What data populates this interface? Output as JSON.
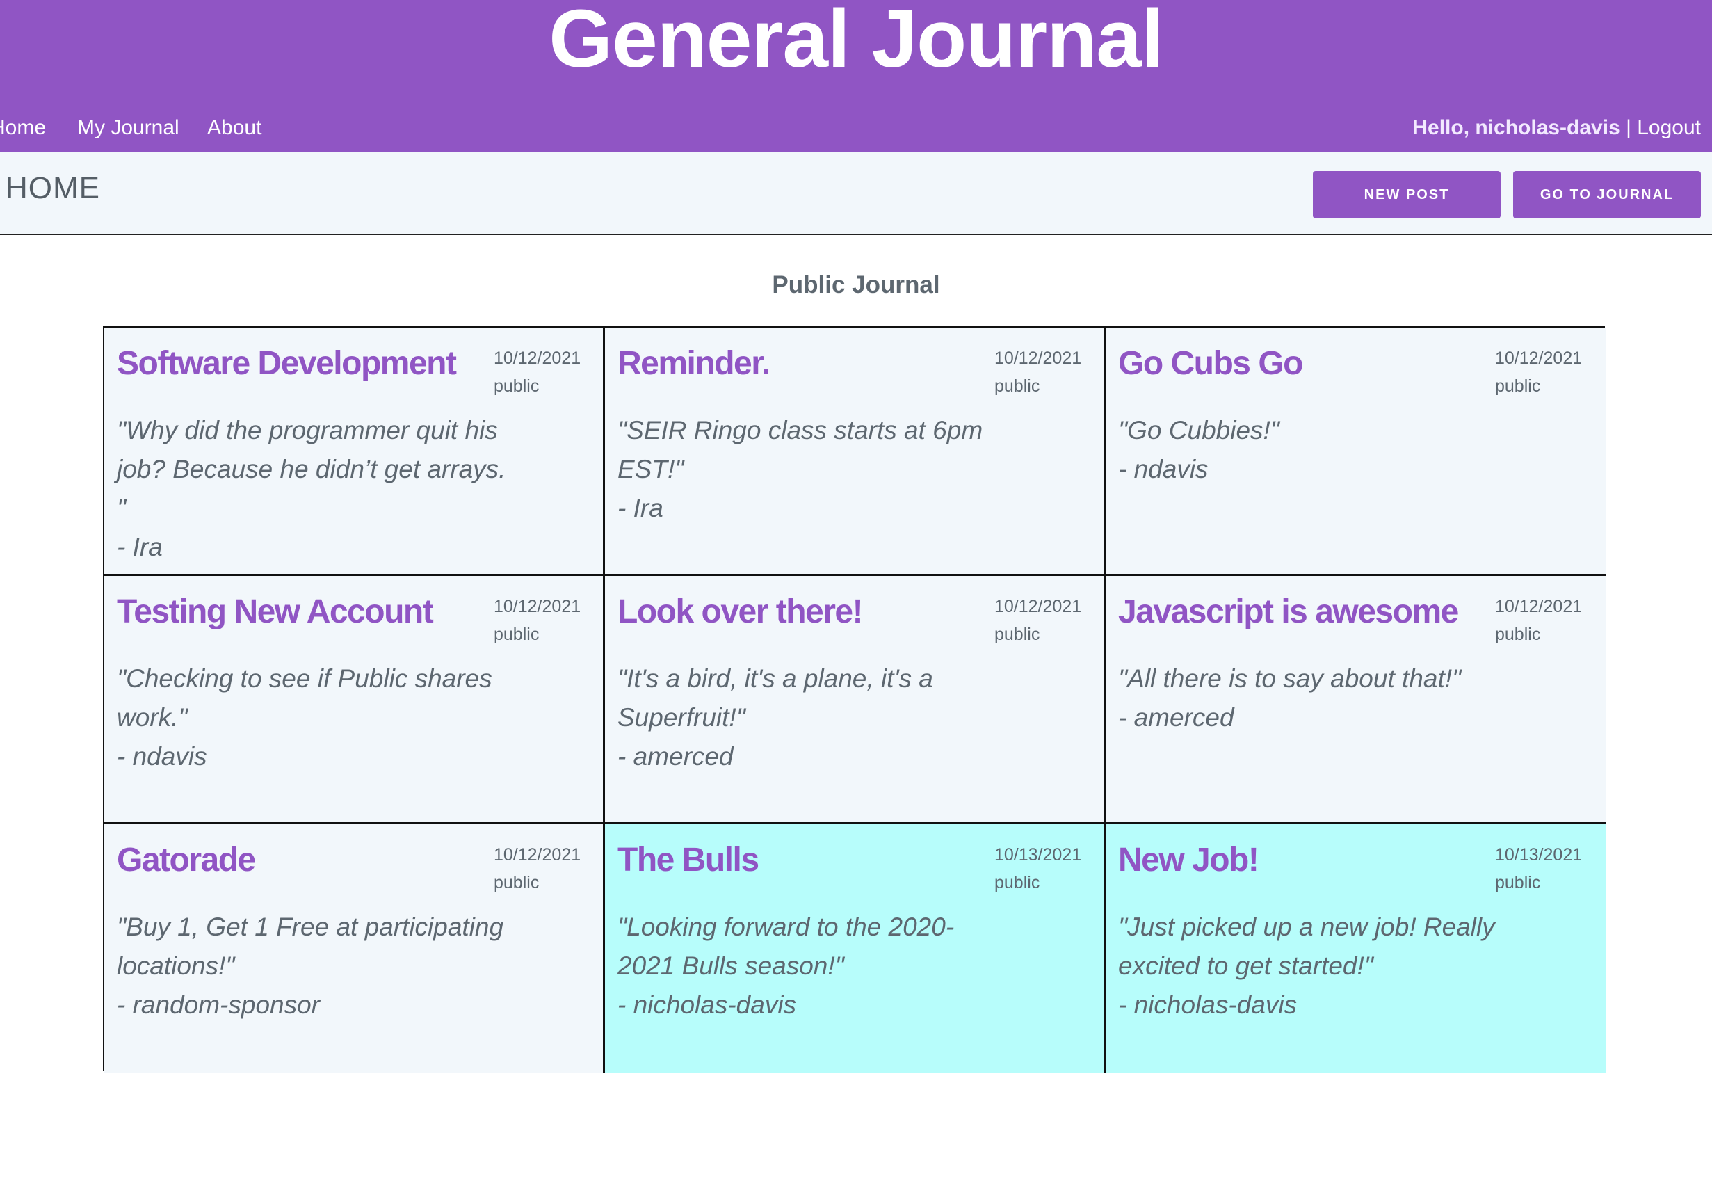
{
  "header": {
    "title": "General Journal",
    "nav": [
      "Home",
      "My Journal",
      "About"
    ],
    "greeting": "Hello, nicholas-davis",
    "separator": " | ",
    "logout": "Logout"
  },
  "subbar": {
    "page_label": "HOME",
    "new_post_label": "NEW POST",
    "go_journal_label": "GO TO JOURNAL"
  },
  "main": {
    "section_title": "Public Journal",
    "posts": [
      {
        "title": "Software Development",
        "date": "10/12/2021",
        "visibility": "public",
        "quote": "\"Why did the programmer quit his job? Because he didn’t get arrays. \"",
        "author": "- Ira",
        "mine": false
      },
      {
        "title": "Reminder.",
        "date": "10/12/2021",
        "visibility": "public",
        "quote": "\"SEIR Ringo class starts at 6pm EST!\"",
        "author": "- Ira",
        "mine": false
      },
      {
        "title": "Go Cubs Go",
        "date": "10/12/2021",
        "visibility": "public",
        "quote": "\"Go Cubbies!\"",
        "author": "- ndavis",
        "mine": false
      },
      {
        "title": "Testing New Account",
        "date": "10/12/2021",
        "visibility": "public",
        "quote": "\"Checking to see if Public shares work.\"",
        "author": "- ndavis",
        "mine": false
      },
      {
        "title": "Look over there!",
        "date": "10/12/2021",
        "visibility": "public",
        "quote": "\"It's a bird, it's a plane, it's a Superfruit!\"",
        "author": "- amerced",
        "mine": false
      },
      {
        "title": "Javascript is awesome",
        "date": "10/12/2021",
        "visibility": "public",
        "quote": "\"All there is to say about that!\"",
        "author": "- amerced",
        "mine": false
      },
      {
        "title": "Gatorade",
        "date": "10/12/2021",
        "visibility": "public",
        "quote": "\"Buy 1, Get 1 Free at participating locations!\"",
        "author": "- random-sponsor",
        "mine": false
      },
      {
        "title": "The Bulls",
        "date": "10/13/2021",
        "visibility": "public",
        "quote": "\"Looking forward to the 2020-2021 Bulls season!\"",
        "author": "- nicholas-davis",
        "mine": true
      },
      {
        "title": "New Job!",
        "date": "10/13/2021",
        "visibility": "public",
        "quote": "\"Just picked up a new job! Really excited to get started!\"",
        "author": "- nicholas-davis",
        "mine": true
      }
    ]
  },
  "colors": {
    "brand": "#9055c4",
    "card_bg": "#f2f7fb",
    "own_card_bg": "#b7fdfb",
    "muted_text": "#5d6770"
  }
}
